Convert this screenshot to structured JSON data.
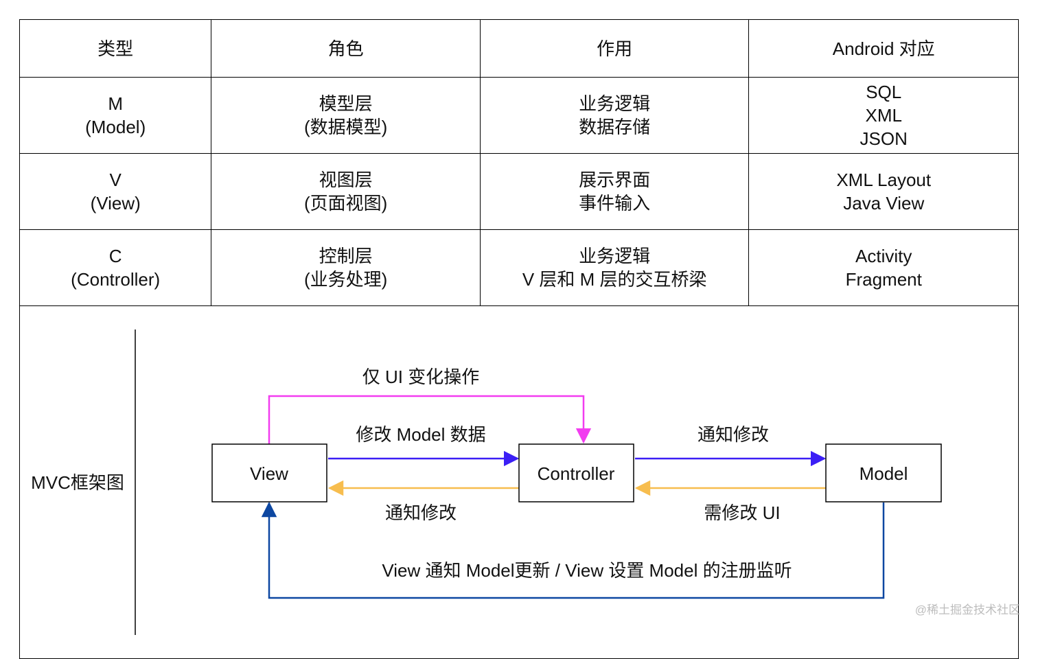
{
  "table": {
    "headers": [
      "类型",
      "角色",
      "作用",
      "Android 对应"
    ],
    "rows": [
      {
        "type": [
          "M",
          "(Model)"
        ],
        "role": [
          "模型层",
          "(数据模型)"
        ],
        "function": [
          "业务逻辑",
          "数据存储"
        ],
        "android": [
          "SQL",
          "XML",
          "JSON"
        ]
      },
      {
        "type": [
          "V",
          "(View)"
        ],
        "role": [
          "视图层",
          "(页面视图)"
        ],
        "function": [
          "展示界面",
          "事件输入"
        ],
        "android": [
          "XML Layout",
          "Java View"
        ]
      },
      {
        "type": [
          "C",
          "(Controller)"
        ],
        "role": [
          "控制层",
          "(业务处理)"
        ],
        "function": [
          "业务逻辑",
          "V 层和 M 层的交互桥梁"
        ],
        "android": [
          "Activity",
          "Fragment"
        ]
      }
    ],
    "diagram_label": "MVC框架图"
  },
  "diagram": {
    "nodes": {
      "view": "View",
      "controller": "Controller",
      "model": "Model"
    },
    "labels": {
      "ui_only": "仅 UI 变化操作",
      "modify_model_data": "修改 Model 数据",
      "notify_modify_top": "通知修改",
      "notify_modify_bottom": "通知修改",
      "need_modify_ui": "需修改 UI",
      "bottom_loop": "View 通知 Model更新  /  View 设置 Model 的注册监听"
    },
    "colors": {
      "magenta": "#f23cf0",
      "blue_violet": "#3b1ff5",
      "orange": "#f7bd4e",
      "navy": "#0d47a1"
    }
  },
  "watermark": "@稀土掘金技术社区"
}
